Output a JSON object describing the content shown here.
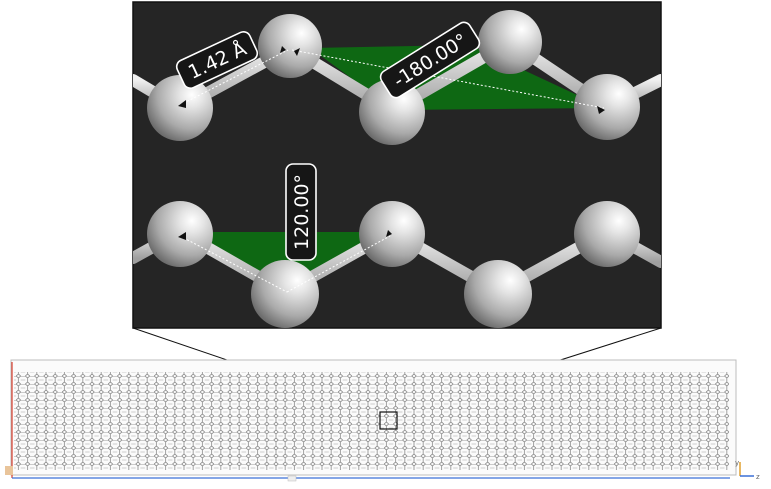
{
  "zoom_view": {
    "background": "#252525",
    "atom_color": "#c8c8c8",
    "bond_color": "#d9d9d9",
    "highlight_color": "#0d6b12",
    "measurements": {
      "bond_length": "1.42 Å",
      "dihedral": "-180.00°",
      "bond_angle": "120.00°"
    }
  },
  "overview": {
    "sheet_color": "#9a9a9a",
    "frame_color": "#bdbdbd",
    "x_axis_color": "#3b6fd6",
    "y_axis_color": "#d94a3a",
    "axis_labels": {
      "y": "y",
      "z": "z"
    }
  }
}
